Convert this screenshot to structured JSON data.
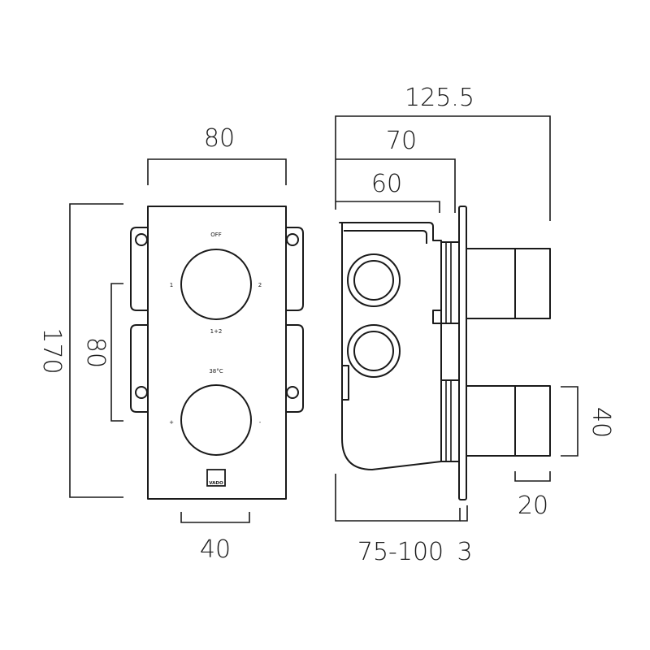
{
  "front_view": {
    "labels": {
      "off": "OFF",
      "outlet_1": "1",
      "outlet_2": "2",
      "outlet_both": "1+2",
      "temperature": "38°C",
      "plus": "+",
      "minus": "-"
    },
    "brand": "VADO",
    "dimensions": {
      "width": "80",
      "height": "170",
      "handle_spacing": "80",
      "handle_diameter": "40"
    }
  },
  "side_view": {
    "dimensions": {
      "overall_depth": "125.5",
      "depth_to_plate": "70",
      "body_depth": "60",
      "wall_depth": "75-100",
      "plate_thickness": "3",
      "handle_width": "40",
      "handle_length": "20"
    }
  }
}
